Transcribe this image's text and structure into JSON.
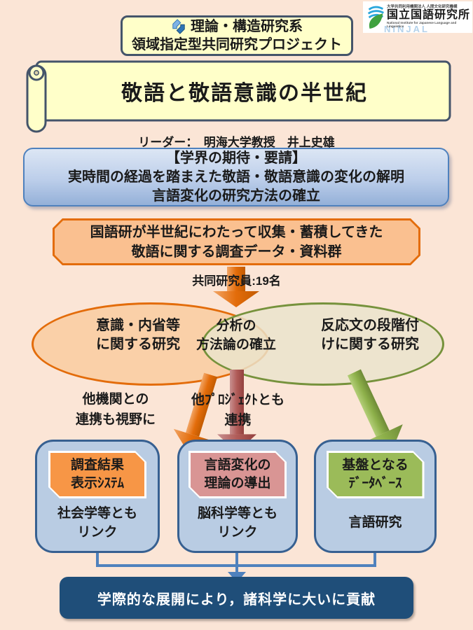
{
  "logo": {
    "org_small": "大学共同利用機関法人 人間文化研究機構",
    "org_main": "国立国語研究所",
    "org_en": "National Institute for Japanese Language and Linguistics",
    "watermark": "NINJAL"
  },
  "header": {
    "line1": "理論・構造研究系",
    "line2": "領域指定型共同研究プロジェクト"
  },
  "title": {
    "text": "敬語と敬語意識の半世紀"
  },
  "leader": {
    "text": "リーダー：　明海大学教授　井上史雄"
  },
  "expectation_box": {
    "line1": "【学界の期待・要請】",
    "line2": "実時間の経過を踏まえた敬語・敬語意識の変化の解明",
    "line3": "言語変化の研究方法の確立"
  },
  "data_box": {
    "line1": "国語研が半世紀にわたって収集・蓄積してきた",
    "line2": "敬語に関する調査データ・資料群"
  },
  "members": {
    "text": "共同研究員:19名"
  },
  "venn": {
    "left": {
      "line1": "意識・内省等",
      "line2": "に関する研究"
    },
    "center": {
      "line1": "分析の",
      "line2": "方法論の確立"
    },
    "right": {
      "line1": "反応文の段階付",
      "line2": "けに関する研究"
    }
  },
  "mid_labels": {
    "left": {
      "line1": "他機関との",
      "line2": "連携も視野に"
    },
    "center": {
      "line1": "他ﾌﾟﾛｼﾞｪｸﾄとも",
      "line2": "連携"
    }
  },
  "outcome_boxes": [
    {
      "badge_line1": "調査結果",
      "badge_line2": "表示ｼｽﾃﾑ",
      "sub_line1": "社会学等とも",
      "sub_line2": "リンク",
      "badge_color": "#F79646"
    },
    {
      "badge_line1": "言語変化の",
      "badge_line2": "理論の導出",
      "sub_line1": "脳科学等とも",
      "sub_line2": "リンク",
      "badge_color": "#D99594"
    },
    {
      "badge_line1": "基盤となる",
      "badge_line2": "ﾃﾞｰﾀﾍﾞｰｽ",
      "sub_line1": "言語研究",
      "sub_line2": "",
      "badge_color": "#9BBB59"
    }
  ],
  "footer": {
    "text": "学際的な展開により，諸科学に大いに貢献"
  },
  "colors": {
    "page_bg": "#FBE5D6",
    "panel_yellow": "#FFFFC9",
    "panel_border_slate": "#44546A",
    "expectation_border": "#4F81BD",
    "expectation_fill": "#BCCEEA",
    "data_box_fill": "#FAC090",
    "data_box_border": "#E36C0A",
    "venn_left_fill": "#FAD0A8",
    "venn_left_border": "#E36C0A",
    "venn_right_fill": "#E9E4CC",
    "venn_right_border": "#76923C",
    "arrow_orange": "#E36C0A",
    "arrow_red": "#B05B58",
    "arrow_green": "#8DB04A",
    "outcome_box_fill": "#B9CCE3",
    "outcome_box_border": "#376091",
    "connector_blue": "#4F81BD",
    "footer_navy": "#1F4E79"
  }
}
